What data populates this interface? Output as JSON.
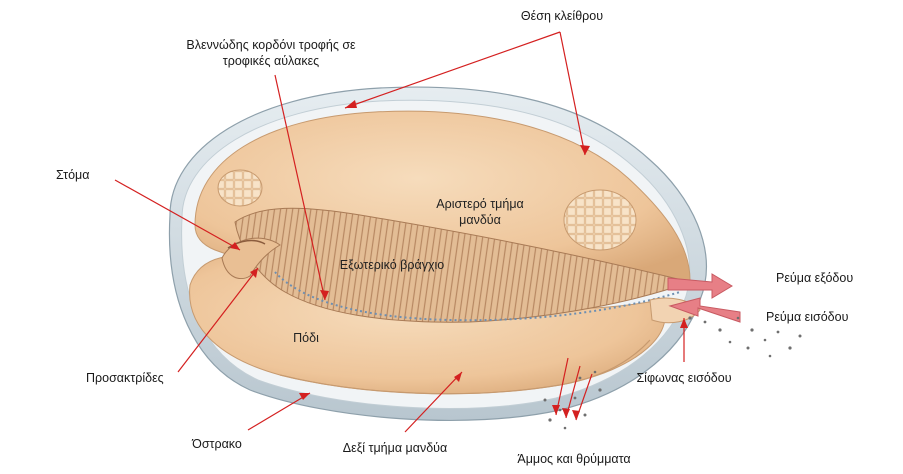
{
  "labels": {
    "clavicle_position": "Θέση κλείθρου",
    "mucus_cord_line1": "Βλεννώδης κορδόνι τροφής σε",
    "mucus_cord_line2": "τροφικές αύλακες",
    "mouth": "Στόμα",
    "left_mantle_line1": "Αριστερό τμήμα",
    "left_mantle_line2": "μανδύα",
    "outer_gill": "Εξωτερικό βράγχιο",
    "exhalant_current": "Ρεύμα εξόδου",
    "inhalant_current": "Ρεύμα εισόδου",
    "foot": "Πόδι",
    "labial_palps": "Προσακτρίδες",
    "inhalant_siphon": "Σίφωνας εισόδου",
    "shell": "Όστρακο",
    "right_mantle": "Δεξί τμήμα μανδύα",
    "sand_debris": "Άμμος και θρύμματα"
  },
  "colors": {
    "pointer_line": "#d42020",
    "flesh": "#efc9a0",
    "flesh_dark": "#d9a878",
    "shell": "#d3dde3",
    "current_arrow": "#e77f86"
  }
}
